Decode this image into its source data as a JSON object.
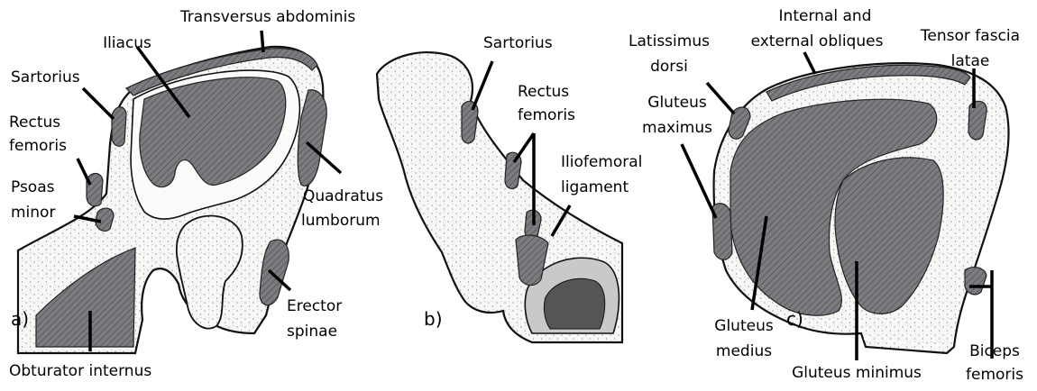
{
  "colors": {
    "muscle": "#7c7c80",
    "bone": "#f7f7f5",
    "outline": "#111111",
    "stipple": "#222222"
  },
  "panel_a": {
    "letter": "a)",
    "labels": {
      "transversus": "Transversus abdominis",
      "iliacus": "Iliacus",
      "sartorius": "Sartorius",
      "rectus_1": "Rectus",
      "rectus_2": "femoris",
      "psoas_1": "Psoas",
      "psoas_2": "minor",
      "quadratus_1": "Quadratus",
      "quadratus_2": "lumborum",
      "erector_1": "Erector",
      "erector_2": "spinae",
      "obturator": "Obturator internus"
    }
  },
  "panel_b": {
    "letter": "b)",
    "labels": {
      "sartorius": "Sartorius",
      "rectus_1": "Rectus",
      "rectus_2": "femoris",
      "iliofemoral_1": "Iliofemoral",
      "iliofemoral_2": "ligament"
    }
  },
  "panel_c": {
    "letter": "c)",
    "labels": {
      "obliques_1": "Internal and",
      "obliques_2": "external obliques",
      "latissimus_1": "Latissimus",
      "latissimus_2": "dorsi",
      "tensor_1": "Tensor fascia",
      "tensor_2": "latae",
      "gmax_1": "Gluteus",
      "gmax_2": "maximus",
      "gmed_1": "Gluteus",
      "gmed_2": "medius",
      "gmin": "Gluteus minimus",
      "biceps_1": "Biceps",
      "biceps_2": "femoris"
    }
  }
}
